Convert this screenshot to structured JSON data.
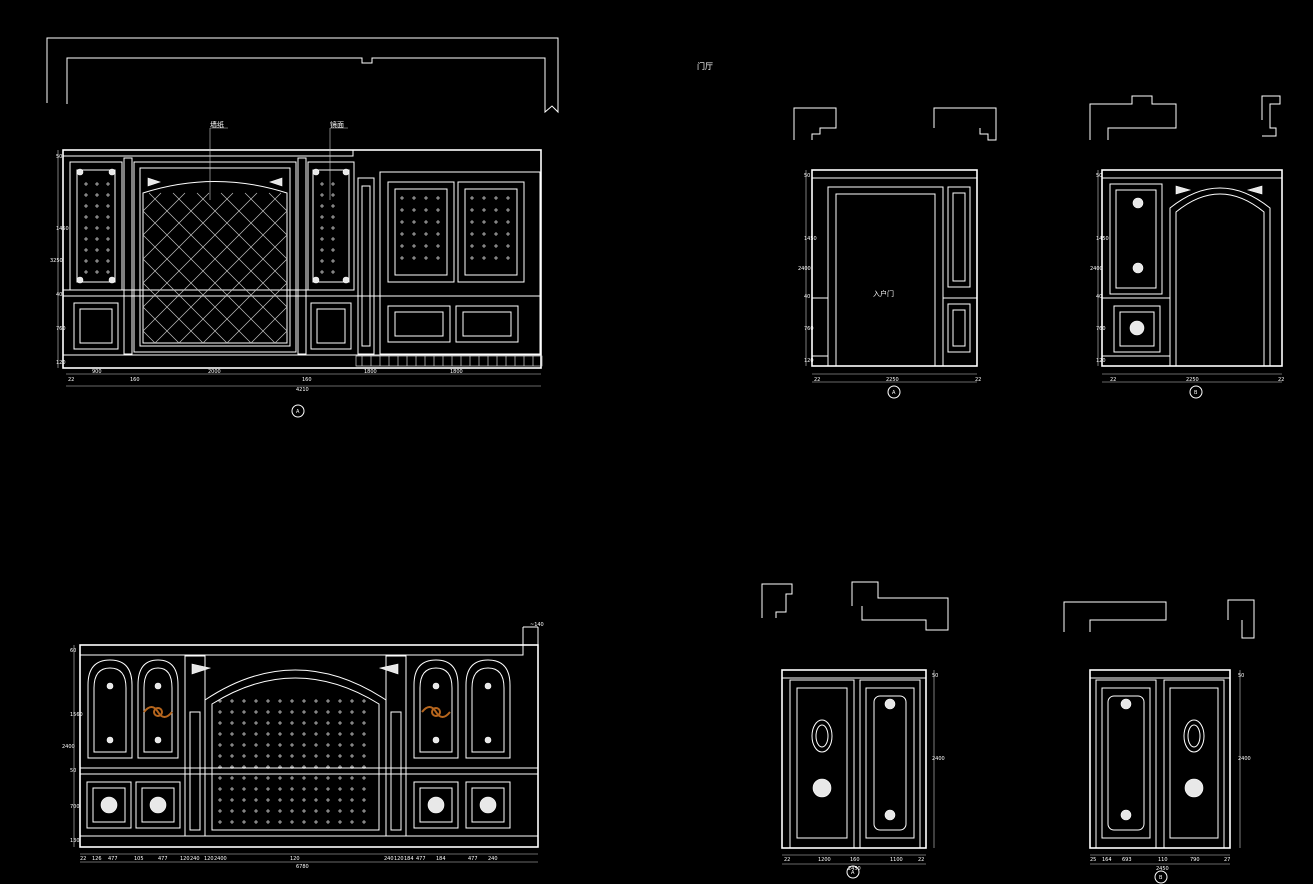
{
  "sheet": {
    "title": "门厅",
    "label_a": "墙纸",
    "label_b": "镜面",
    "door_label": "入户门",
    "markers": [
      "A",
      "A",
      "B",
      "A",
      "B"
    ],
    "dims": {
      "e1_v": [
        "50",
        "1450",
        "40",
        "760",
        "120",
        "3250"
      ],
      "e1_h": [
        "22",
        "900",
        "160",
        "2000",
        "160",
        "1800",
        "1800",
        "4210"
      ],
      "e2_v": [
        "50",
        "1450",
        "40",
        "760",
        "120",
        "2400"
      ],
      "e2_h": [
        "22",
        "2250",
        "22"
      ],
      "e3_v": [
        "50",
        "1450",
        "40",
        "760",
        "120",
        "2400"
      ],
      "e3_h": [
        "22",
        "2250",
        "22"
      ],
      "e4_v": [
        "60",
        "1560",
        "50",
        "700",
        "130",
        "2400"
      ],
      "e4_h": [
        "22",
        "126",
        "477",
        "105",
        "477",
        "120",
        "240",
        "120",
        "2400",
        "120",
        "240",
        "120",
        "184",
        "477",
        "184",
        "477",
        "240",
        "6780"
      ],
      "e4_note": "~140",
      "e5_h": [
        "22",
        "1200",
        "160",
        "1100",
        "22",
        "2450"
      ],
      "e5_v": [
        "50",
        "2400"
      ],
      "e6_h": [
        "25",
        "164",
        "693",
        "110",
        "790",
        "27",
        "2450"
      ],
      "e6_v": [
        "50",
        "2400"
      ]
    }
  },
  "colors": {
    "background": "#000000",
    "line": "#ffffff",
    "lamp": "#b5651d"
  }
}
